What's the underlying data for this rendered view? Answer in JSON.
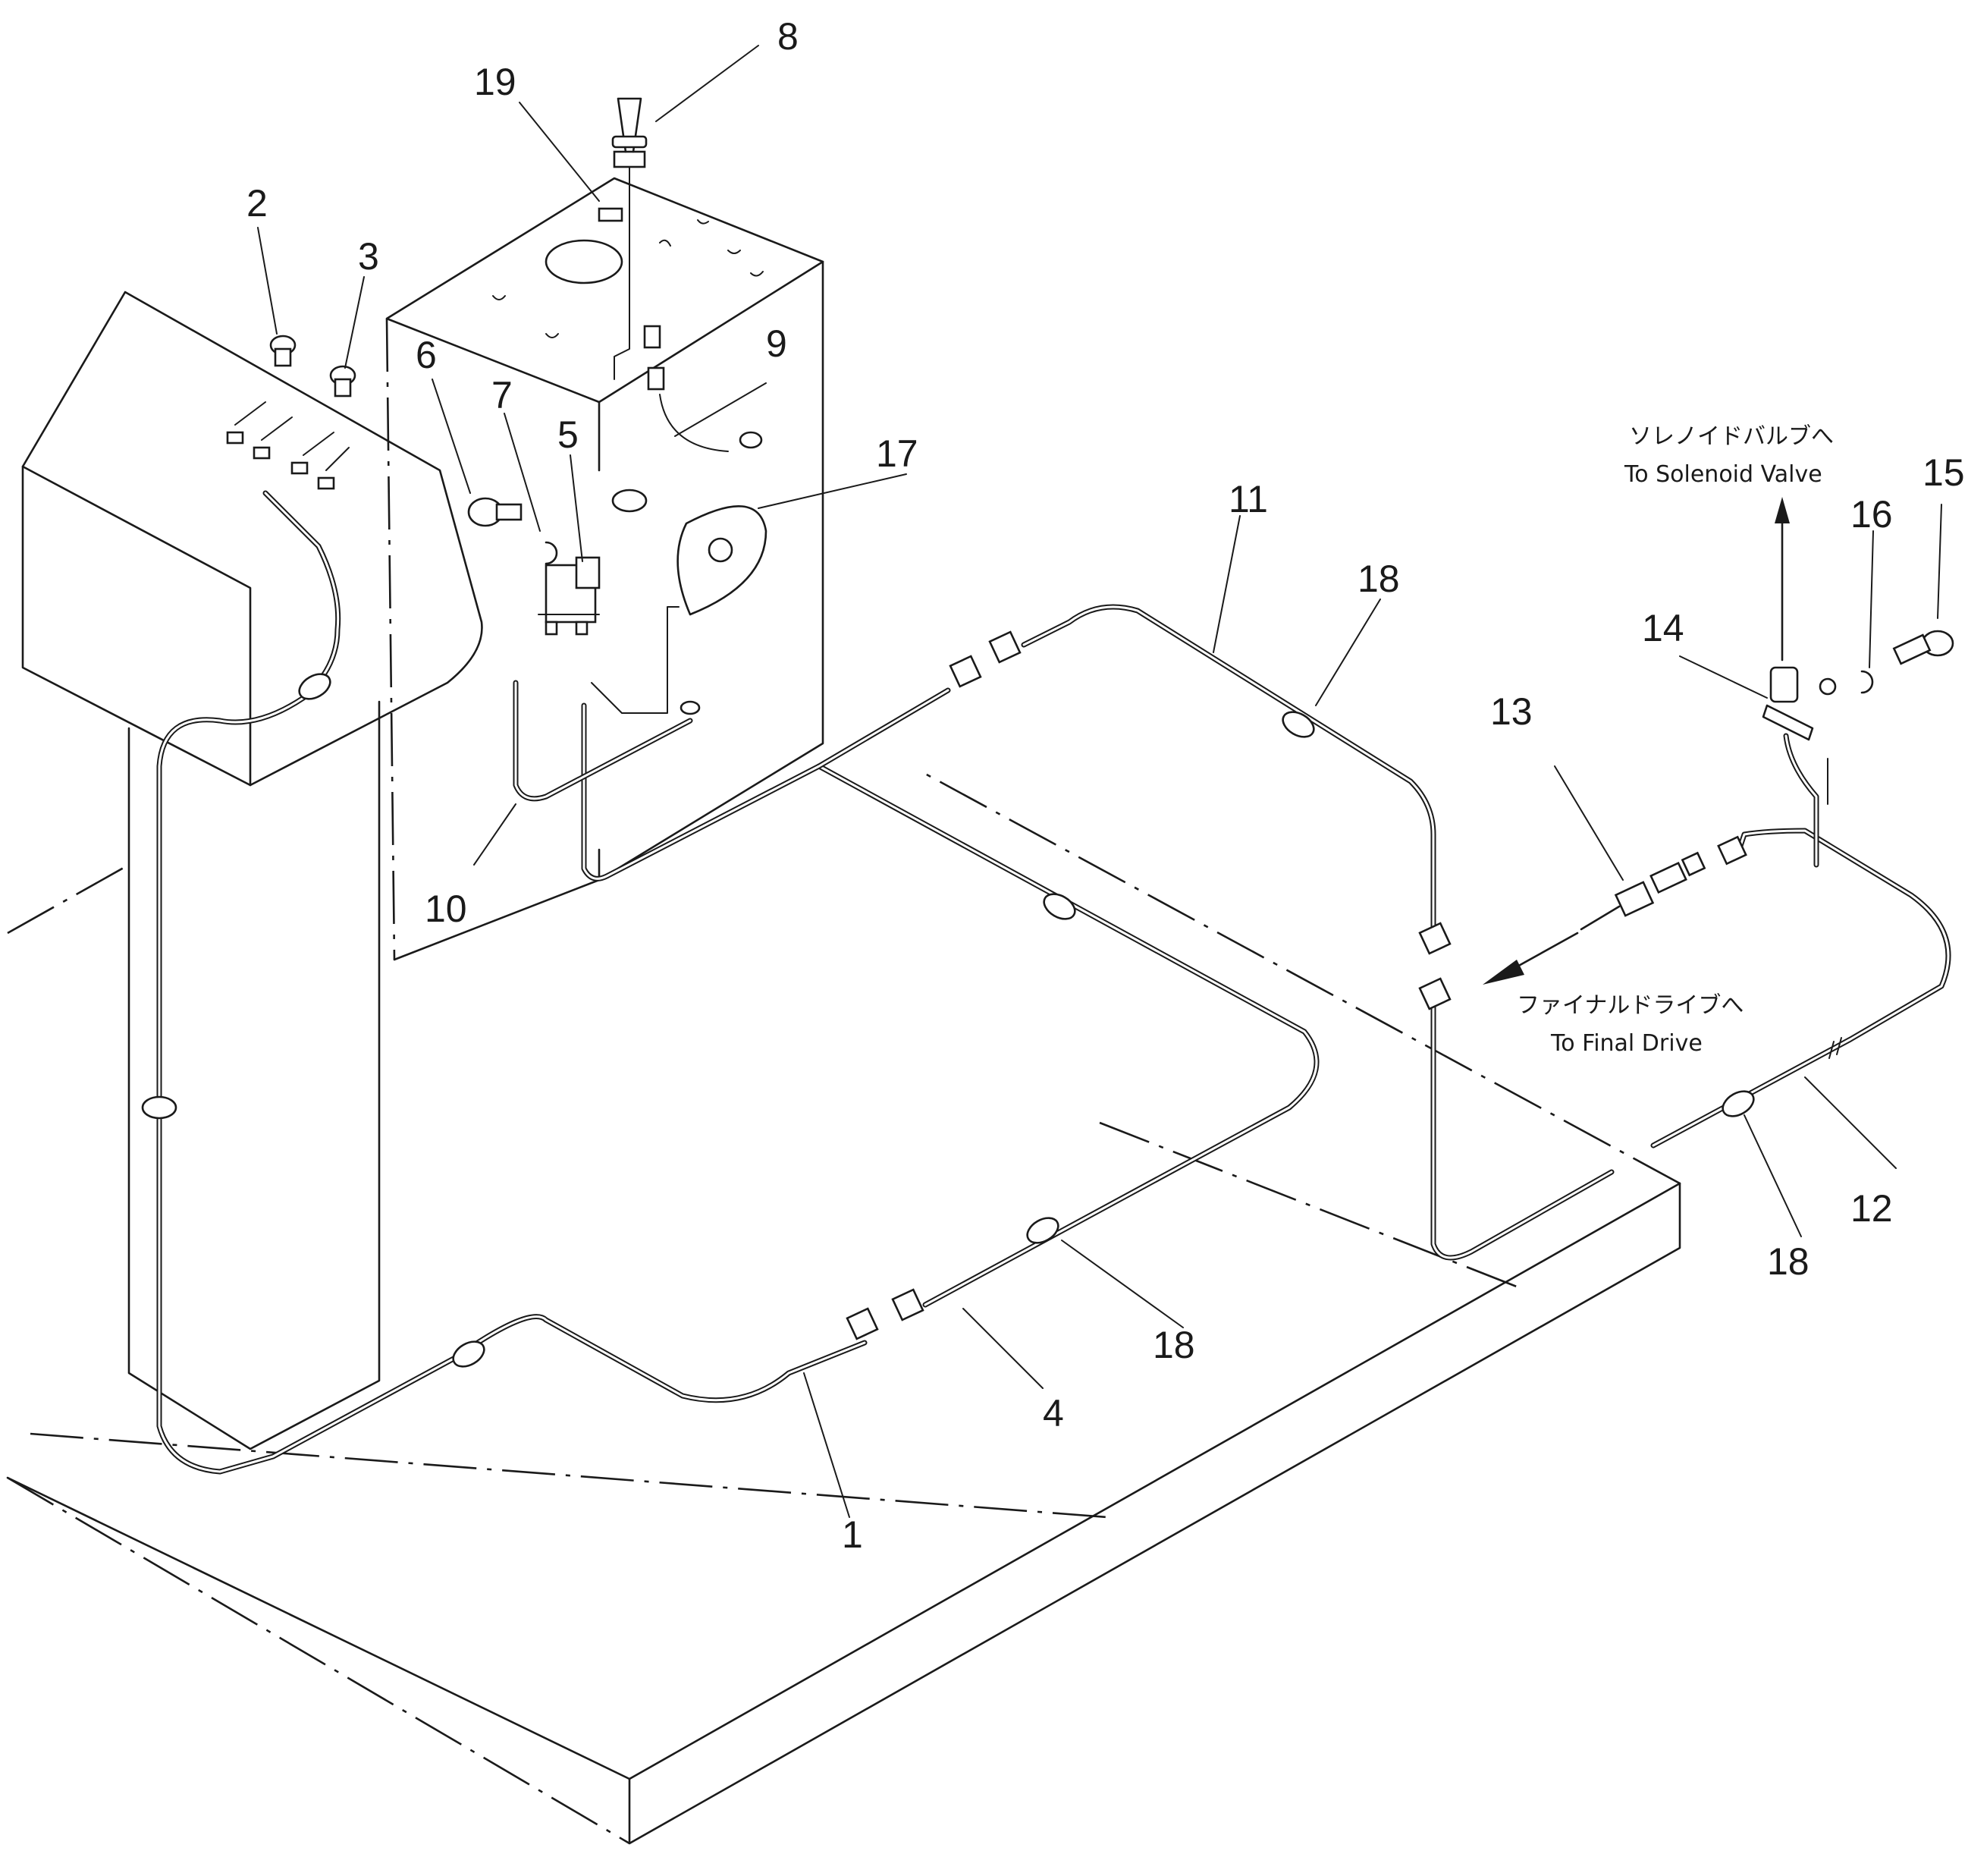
{
  "callouts": {
    "c1": "1",
    "c2": "2",
    "c3": "3",
    "c4": "4",
    "c5": "5",
    "c6": "6",
    "c7": "7",
    "c8": "8",
    "c9": "9",
    "c10": "10",
    "c11": "11",
    "c12": "12",
    "c13": "13",
    "c14": "14",
    "c15": "15",
    "c16": "16",
    "c17": "17",
    "c18a": "18",
    "c18b": "18",
    "c18c": "18",
    "c19": "19"
  },
  "notes": {
    "solenoid_jp": "ソレノイドバルブへ",
    "solenoid_en": "To Solenoid Valve",
    "final_drive_jp": "ファイナルドライブへ",
    "final_drive_en": "To Final Drive"
  }
}
